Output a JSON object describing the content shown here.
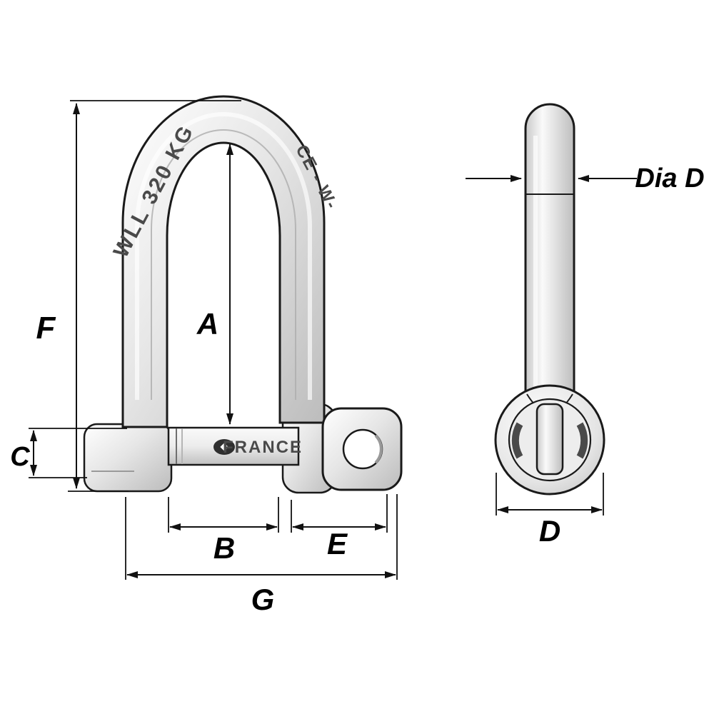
{
  "diagram": {
    "type": "technical-drawing",
    "subject": "long D shackle with captive pin, front view and pin side view",
    "labels": {
      "f": "F",
      "a": "A",
      "c": "C",
      "b": "B",
      "e": "E",
      "g": "G",
      "d": "D",
      "dia_d": "Dia D"
    },
    "markings": {
      "wll": "WLL 320 KG",
      "ce": "CE - W-",
      "origin": "FRANCE"
    },
    "colors": {
      "line": "#111111",
      "label_text": "#000000",
      "engraving_text": "#4a4a4a",
      "metal_light": "#f8f8f8",
      "metal_mid": "#e0e0e0",
      "metal_dark": "#b9b9b9",
      "background": "#ffffff"
    }
  }
}
